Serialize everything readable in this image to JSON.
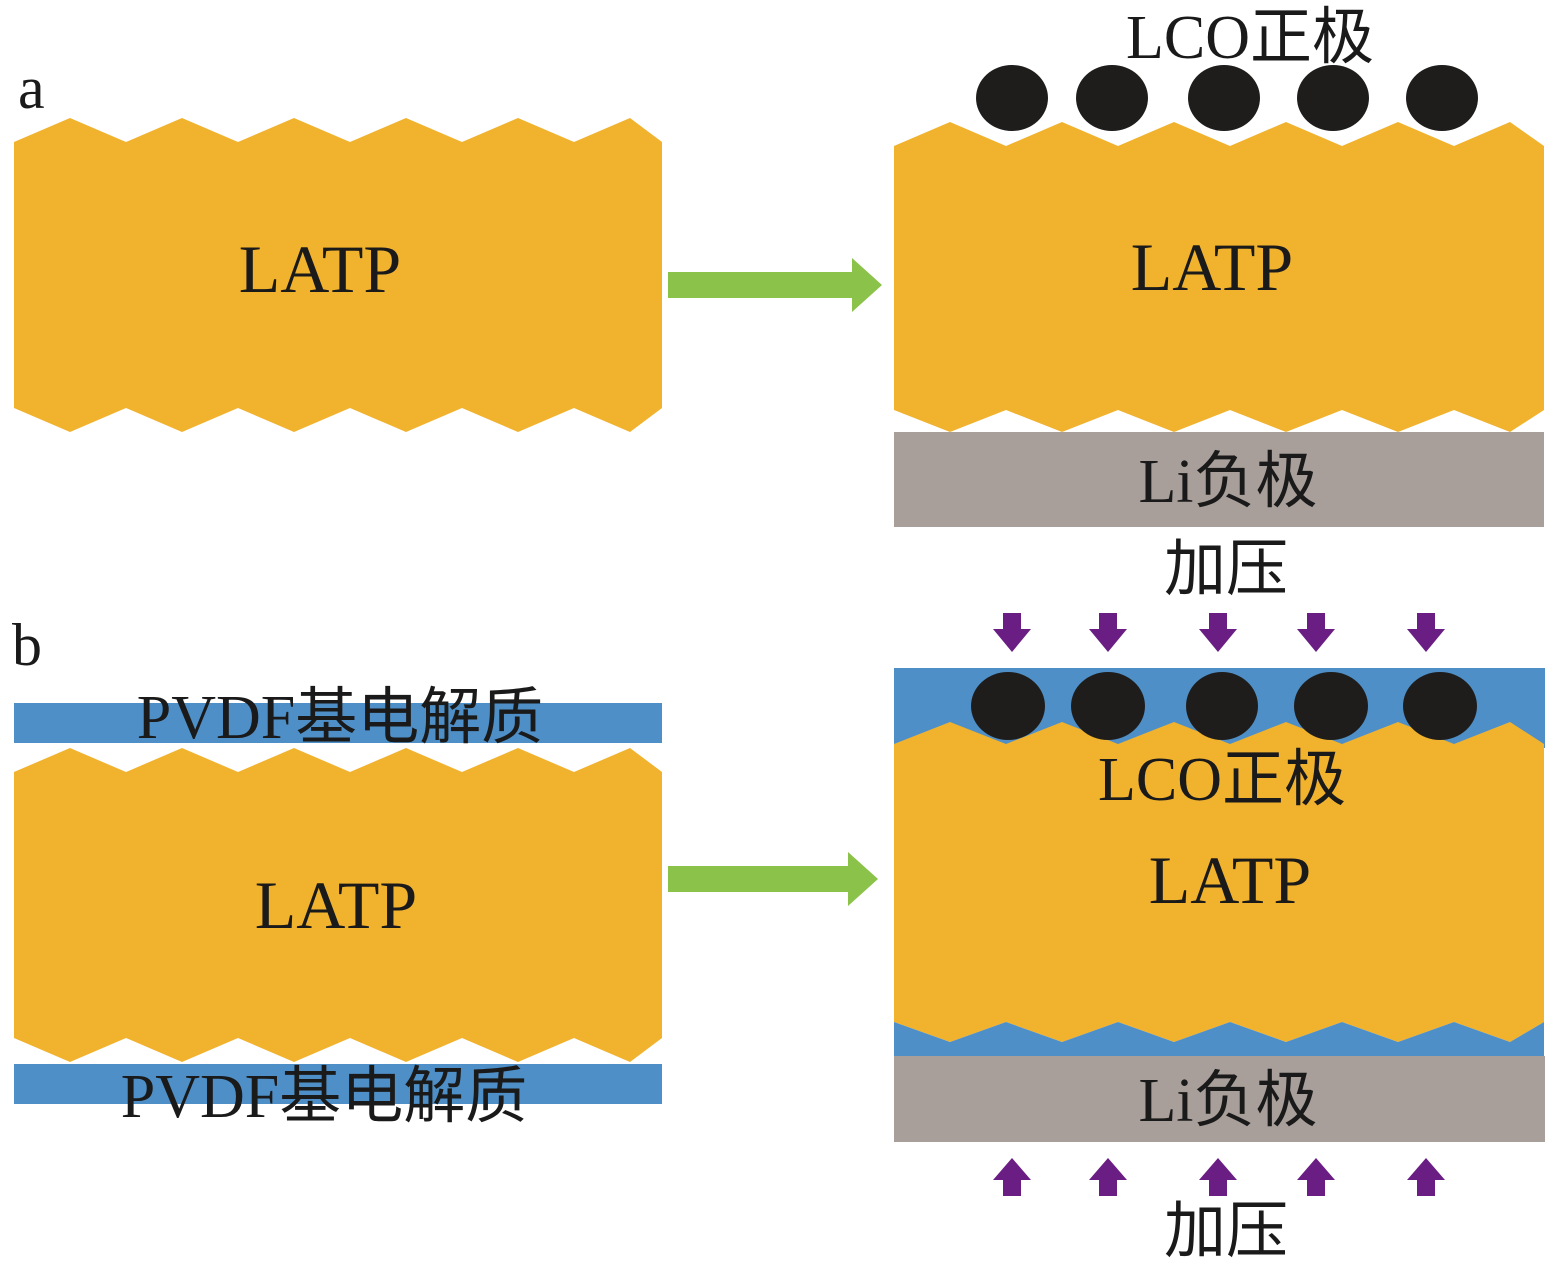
{
  "colors": {
    "latp": "#F1B22E",
    "pvdf": "#4E8FC7",
    "li_anode": "#A89F9B",
    "lco_particle": "#1F1D1C",
    "process_arrow": "#8BC24A",
    "pressure_arrow": "#6A1E83"
  },
  "panel_a": {
    "panel_label": "a",
    "before": {
      "latp_label": "LATP"
    },
    "after": {
      "cathode_label": "LCO正极",
      "latp_label": "LATP",
      "anode_label": "Li负极"
    }
  },
  "panel_b": {
    "panel_label": "b",
    "before": {
      "top_electrolyte_label": "PVDF基电解质",
      "latp_label": "LATP",
      "bottom_electrolyte_label": "PVDF基电解质"
    },
    "after": {
      "pressure_top_label": "加压",
      "cathode_label": "LCO正极",
      "latp_label": "LATP",
      "anode_label": "Li负极",
      "pressure_bottom_label": "加压"
    }
  }
}
